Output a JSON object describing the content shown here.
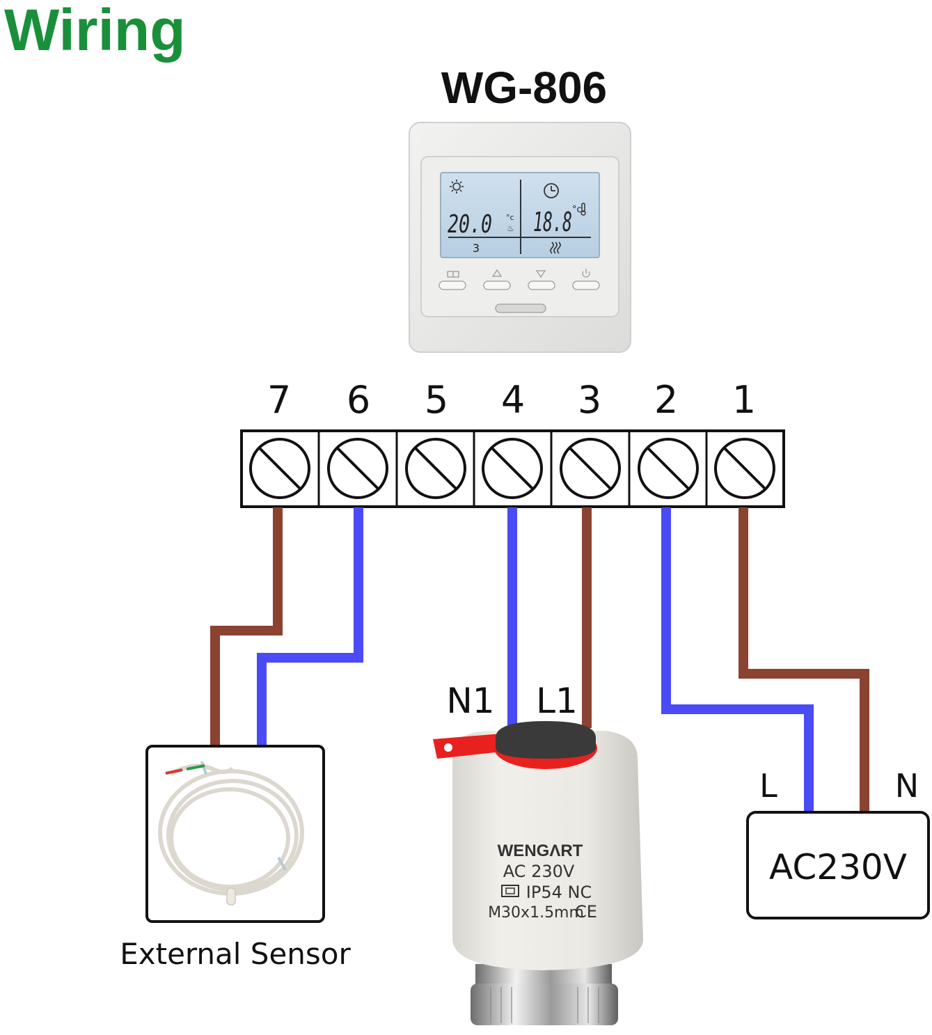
{
  "title": "Wiring",
  "model": "WG-806",
  "thermostat": {
    "set_temp": "20.0",
    "room_temp": "18.8",
    "set_unit": "°c",
    "room_unit": "°c",
    "program": "3",
    "sun_icon": "sun-icon",
    "clock_icon": "clock-icon",
    "buttons": [
      "menu-button",
      "up-button",
      "down-button",
      "power-button"
    ]
  },
  "terminals": [
    "7",
    "6",
    "5",
    "4",
    "3",
    "2",
    "1"
  ],
  "actuator": {
    "n_label": "N1",
    "l_label": "L1",
    "brand": "WENGΛRT",
    "voltage": "AC 230V",
    "rating": "IP54 NC",
    "thread": "M30x1.5mm",
    "cert": "CE"
  },
  "power": {
    "label": "AC230V",
    "l_label": "L",
    "n_label": "N"
  },
  "sensor": {
    "label": "External Sensor"
  },
  "colors": {
    "title": "#1a8f3a",
    "brown_wire": "#8b4230",
    "blue_wire": "#4a4af6",
    "outline": "#111111",
    "actuator_cap": "#e8211f"
  }
}
